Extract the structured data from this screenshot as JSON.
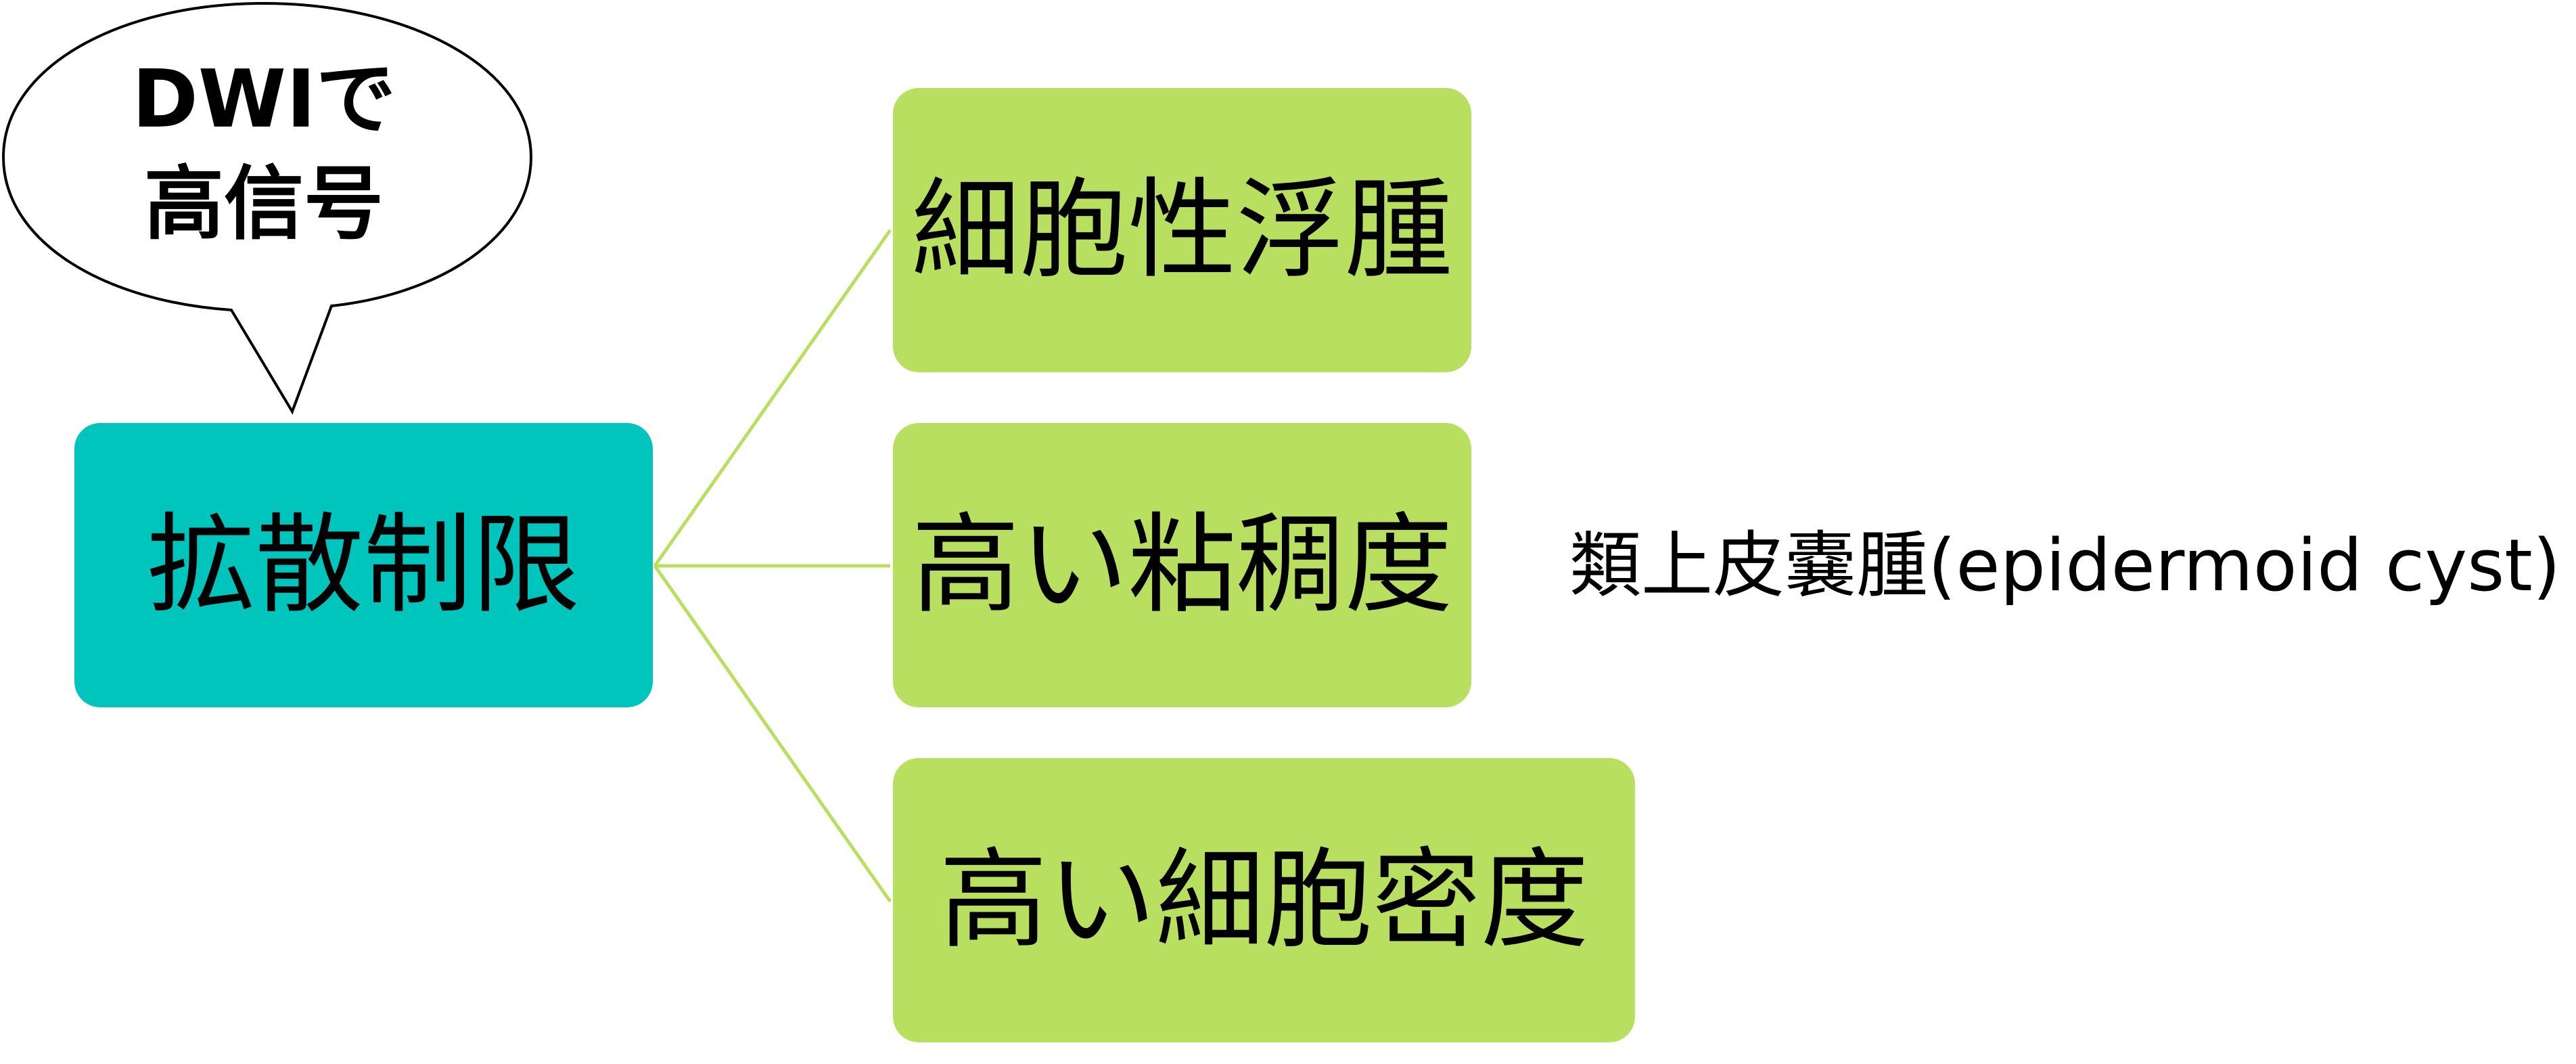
{
  "colors": {
    "root_fill": "#00c5bc",
    "leaf_fill": "#b8df5f",
    "connector": "#b8df5f",
    "callout_stroke": "#000000",
    "callout_fill": "#ffffff",
    "text": "#000000"
  },
  "callout": {
    "line1": "DWIで",
    "line2": "高信号"
  },
  "root": {
    "label": "拡散制限"
  },
  "leaves": [
    {
      "label": "細胞性浮腫"
    },
    {
      "label": "高い粘稠度",
      "note": "類上皮嚢腫(epidermoid cyst)"
    },
    {
      "label": "高い細胞密度"
    }
  ]
}
